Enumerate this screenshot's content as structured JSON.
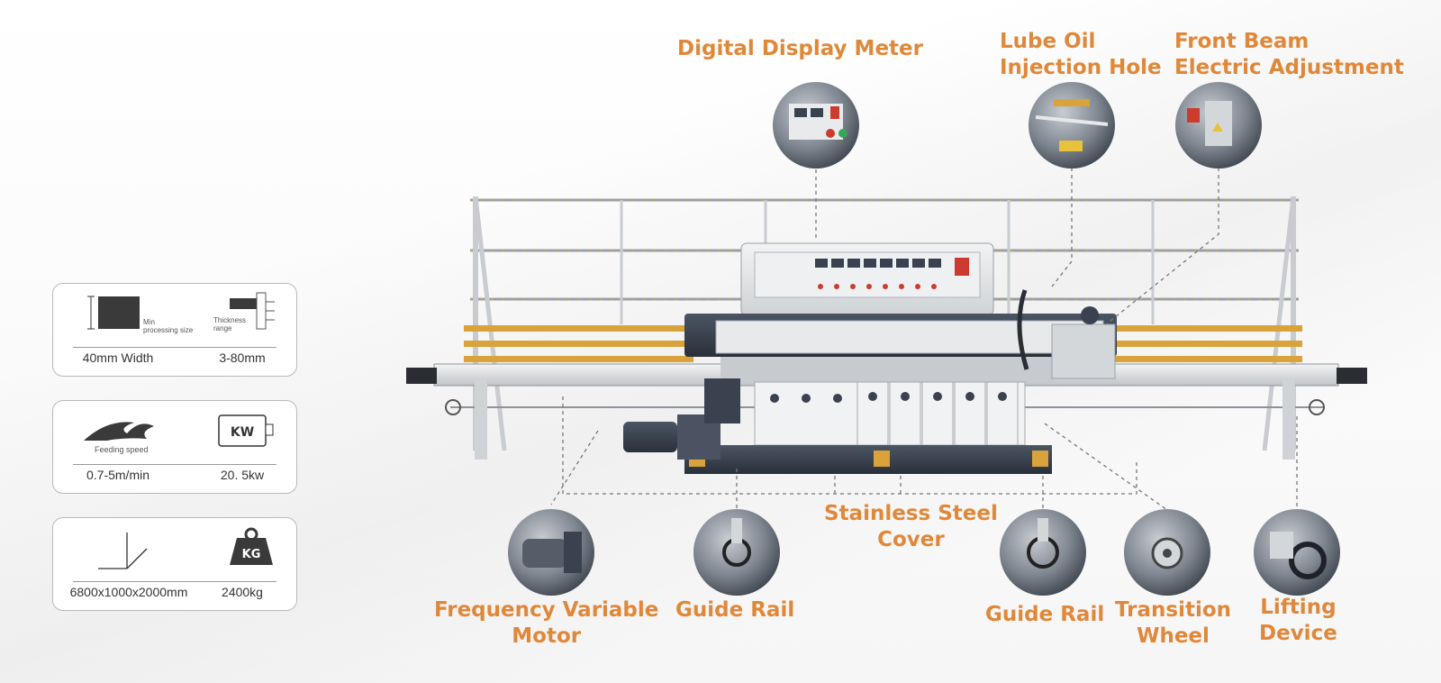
{
  "callouts": {
    "digital_display_meter": [
      "Digital Display Meter"
    ],
    "lube_oil_injection_hole": [
      "Lube Oil",
      "Injection Hole"
    ],
    "front_beam_electric_adjustment": [
      "Front Beam",
      "Electric Adjustment"
    ],
    "stainless_steel_cover": [
      "Stainless Steel",
      "Cover"
    ],
    "frequency_variable_motor": [
      "Frequency Variable",
      "Motor"
    ],
    "guide_rail_left": [
      "Guide Rail"
    ],
    "guide_rail_right": [
      "Guide Rail"
    ],
    "transition_wheel": [
      "Transition",
      "Wheel"
    ],
    "lifting_device": [
      "Lifting",
      "Device"
    ]
  },
  "specs": {
    "min_processing_size": {
      "caption_line1": "Min",
      "caption_line2": "processing size",
      "value": "40mm Width"
    },
    "thickness_range": {
      "caption_line1": "Thickness",
      "caption_line2": "range",
      "value": "3-80mm"
    },
    "feeding_speed": {
      "caption": "Feeding speed",
      "value": "0.7-5m/min"
    },
    "power": {
      "icon_text": "KW",
      "value": "20. 5kw"
    },
    "dimensions": {
      "value": "6800x1000x2000mm"
    },
    "weight": {
      "icon_text": "KG",
      "value": "2400kg"
    }
  },
  "colors": {
    "accent": "#e0883a",
    "machine_dark": "#3a4250",
    "frame_light": "#e6e8ea"
  }
}
